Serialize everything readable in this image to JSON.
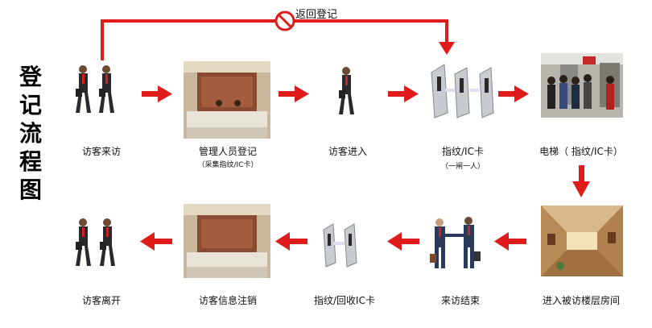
{
  "title_chars": [
    "登",
    "记",
    "流",
    "程",
    "图"
  ],
  "return_label": "返回登记",
  "row1": [
    {
      "label": "访客来访"
    },
    {
      "label": "管理人员登记",
      "sub": "（采集指纹/IC卡）"
    },
    {
      "label": "访客进入"
    },
    {
      "label": "指纹/IC卡",
      "sub": "（一闸一人）"
    },
    {
      "label": "电梯（ 指纹/IC卡）"
    }
  ],
  "row2": [
    {
      "label": "访客离开"
    },
    {
      "label": "访客信息注销"
    },
    {
      "label": "指纹/回收IC卡"
    },
    {
      "label": "来访结束"
    },
    {
      "label": "进入被访楼层房间"
    }
  ],
  "colors": {
    "arrow": "#e01b1b",
    "line": "#e01b1b",
    "text": "#111111"
  }
}
